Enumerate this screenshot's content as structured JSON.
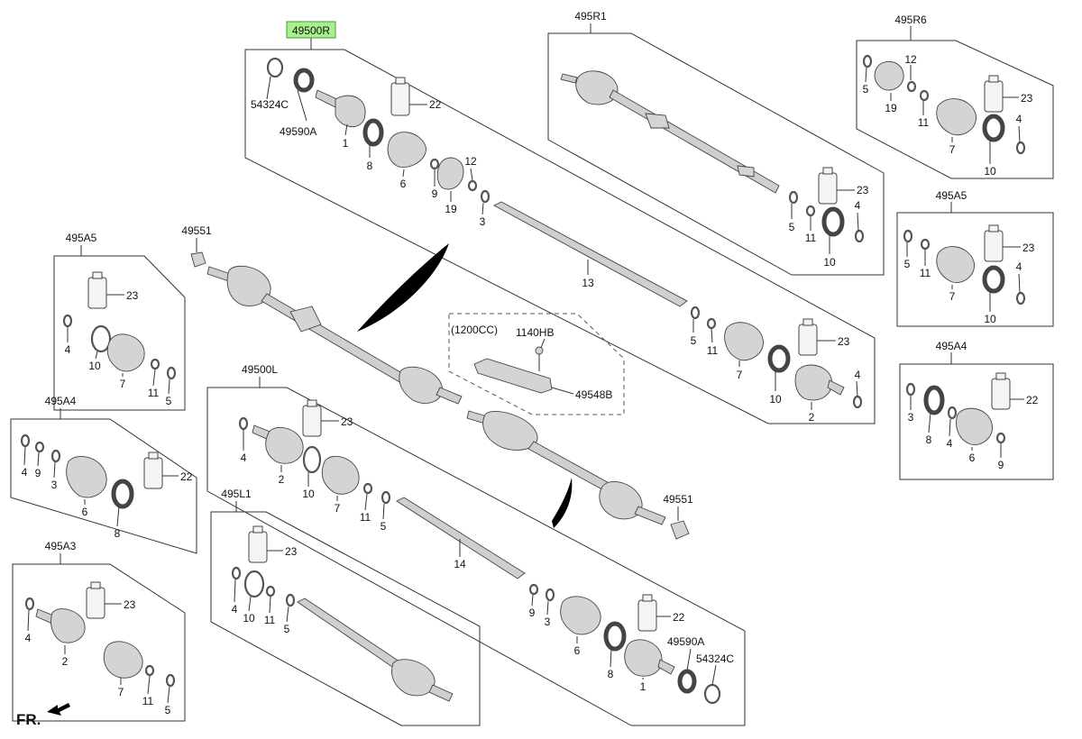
{
  "diagram": {
    "selected_part": "49500R",
    "front_indicator": "FR.",
    "labels": {
      "r_main": "49500R",
      "r_54324c": "54324C",
      "r_49590a": "49590A",
      "r_1": "1",
      "r_8": "8",
      "r_6": "6",
      "r_9": "9",
      "r_12": "12",
      "r_19": "19",
      "r_3": "3",
      "r_22": "22",
      "r_13": "13",
      "r_5": "5",
      "r_11": "11",
      "r_7": "7",
      "r_10": "10",
      "r_23": "23",
      "r_4": "4",
      "r_2": "2",
      "r1_main": "495R1",
      "r1_23": "23",
      "r1_5": "5",
      "r1_11": "11",
      "r1_10": "10",
      "r1_4": "4",
      "r6_main": "495R6",
      "r6_12": "12",
      "r6_5": "5",
      "r6_19": "19",
      "r6_11": "11",
      "r6_23": "23",
      "r6_7": "7",
      "r6_4": "4",
      "r6_10": "10",
      "a5r_main": "495A5",
      "a5r_5": "5",
      "a5r_11": "11",
      "a5r_23": "23",
      "a5r_7": "7",
      "a5r_4": "4",
      "a5r_10": "10",
      "a4r_main": "495A4",
      "a4r_3": "3",
      "a4r_8": "8",
      "a4r_4": "4",
      "a4r_22": "22",
      "a4r_6": "6",
      "a4r_9": "9",
      "nut_top": "49551",
      "nut_bottom": "49551",
      "bracket_note": "(1200CC)",
      "bracket_bolt": "1140HB",
      "bracket": "49548B",
      "a5l_main": "495A5",
      "a5l_23": "23",
      "a5l_4": "4",
      "a5l_10": "10",
      "a5l_7": "7",
      "a5l_11": "11",
      "a5l_5": "5",
      "a4l_main": "495A4",
      "a4l_4": "4",
      "a4l_9": "9",
      "a4l_3": "3",
      "a4l_22": "22",
      "a4l_6": "6",
      "a4l_8": "8",
      "a3l_main": "495A3",
      "a3l_23": "23",
      "a3l_4": "4",
      "a3l_2": "2",
      "a3l_7": "7",
      "a3l_11": "11",
      "a3l_5": "5",
      "l_main": "49500L",
      "l_4": "4",
      "l_23": "23",
      "l_2": "2",
      "l_10": "10",
      "l_7": "7",
      "l_11": "11",
      "l_5": "5",
      "l_14": "14",
      "l_9": "9",
      "l_3": "3",
      "l_22": "22",
      "l_6": "6",
      "l_8": "8",
      "l_49590a": "49590A",
      "l_54324c": "54324C",
      "l_1": "1",
      "l1_main": "495L1",
      "l1_23": "23",
      "l1_4": "4",
      "l1_10": "10",
      "l1_11": "11",
      "l1_5": "5"
    }
  }
}
